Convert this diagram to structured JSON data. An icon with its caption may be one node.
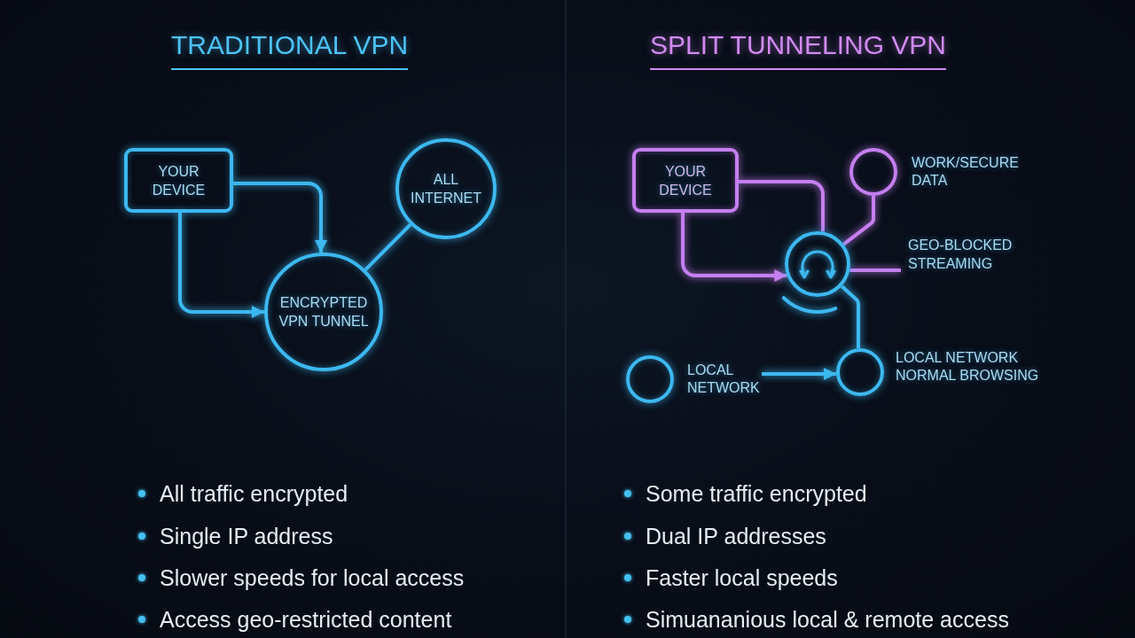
{
  "diagram": {
    "nodes": [
      {
        "text": [
          "YOUR DEVICE"
        ]
      },
      {
        "text": [
          "ALL INTERNET"
        ]
      },
      {
        "text": [
          "ENCRYPTED VPN TUNNEL"
        ]
      },
      {
        "text": [
          "YOUR DEVICE"
        ]
      },
      {
        "text": [],
        "shape": "circle",
        "beside": [
          "WORK/SECURE DATA"
        ]
      },
      {
        "text": [],
        "shape": "circle"
      },
      {
        "text": [
          "GEO-BLOCKED STREAMING"
        ]
      },
      {
        "text": [],
        "shape": "circle",
        "beside": [
          "LOCAL NETWORK"
        ]
      },
      {
        "text": [],
        "shape": "circle",
        "beside": [
          "LOCAL NETWORK NORMAL BROWSING"
        ]
      }
    ],
    "edges": [
      {
        "from": 0,
        "to": 2,
        "arrow": "to"
      },
      {
        "from": 0,
        "to": 2,
        "arrow": "to"
      },
      {
        "from": 2,
        "to": 1,
        "arrow": "none"
      },
      {
        "from": 3,
        "to": 5,
        "arrow": "none",
        "color": "#c57ff0"
      },
      {
        "from": 3,
        "to": 5,
        "arrow": "to",
        "color": "#c57ff0"
      },
      {
        "from": 5,
        "to": 4,
        "arrow": "none",
        "color": "#c57ff0"
      },
      {
        "from": 5,
        "to": 6,
        "arrow": "none",
        "color": "#c57ff0"
      },
      {
        "from": 5,
        "to": 8,
        "arrow": "none"
      },
      {
        "from": 7,
        "to": 8,
        "arrow": "to"
      }
    ],
    "labels": [
      "TRADITIONAL VPN",
      "SPLIT TUNNELING VPN",
      "All traffic encrypted",
      "Single IP address",
      "Slower speeds for local access",
      "Access geo-restricted content",
      "Some traffic encrypted",
      "Dual IP addresses",
      "Faster local speeds",
      "Simuananious local & remote access"
    ]
  }
}
